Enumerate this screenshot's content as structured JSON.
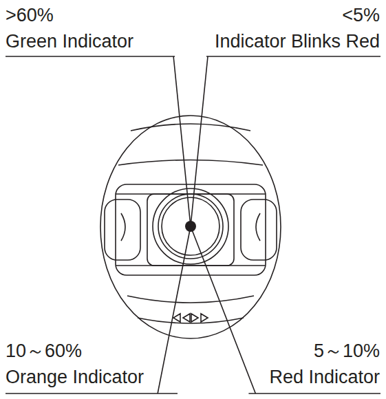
{
  "diagram": {
    "labels": [
      ">60%",
      "Green Indicator",
      "<5%",
      "Indicator Blinks Red",
      "10～60%",
      "Orange Indicator",
      "5～10%",
      "Red Indicator"
    ]
  }
}
